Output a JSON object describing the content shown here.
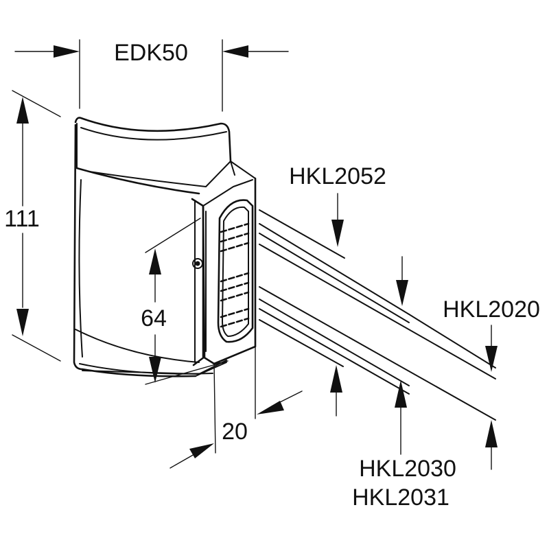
{
  "labels": {
    "part": "EDK50",
    "height_total": "111",
    "height_inner": "64",
    "depth": "20",
    "rail_top": "HKL2052",
    "rail_right": "HKL2020",
    "rail_bottom_1": "HKL2030",
    "rail_bottom_2": "HKL2031"
  },
  "colors": {
    "line": "#111111",
    "background": "#ffffff"
  }
}
